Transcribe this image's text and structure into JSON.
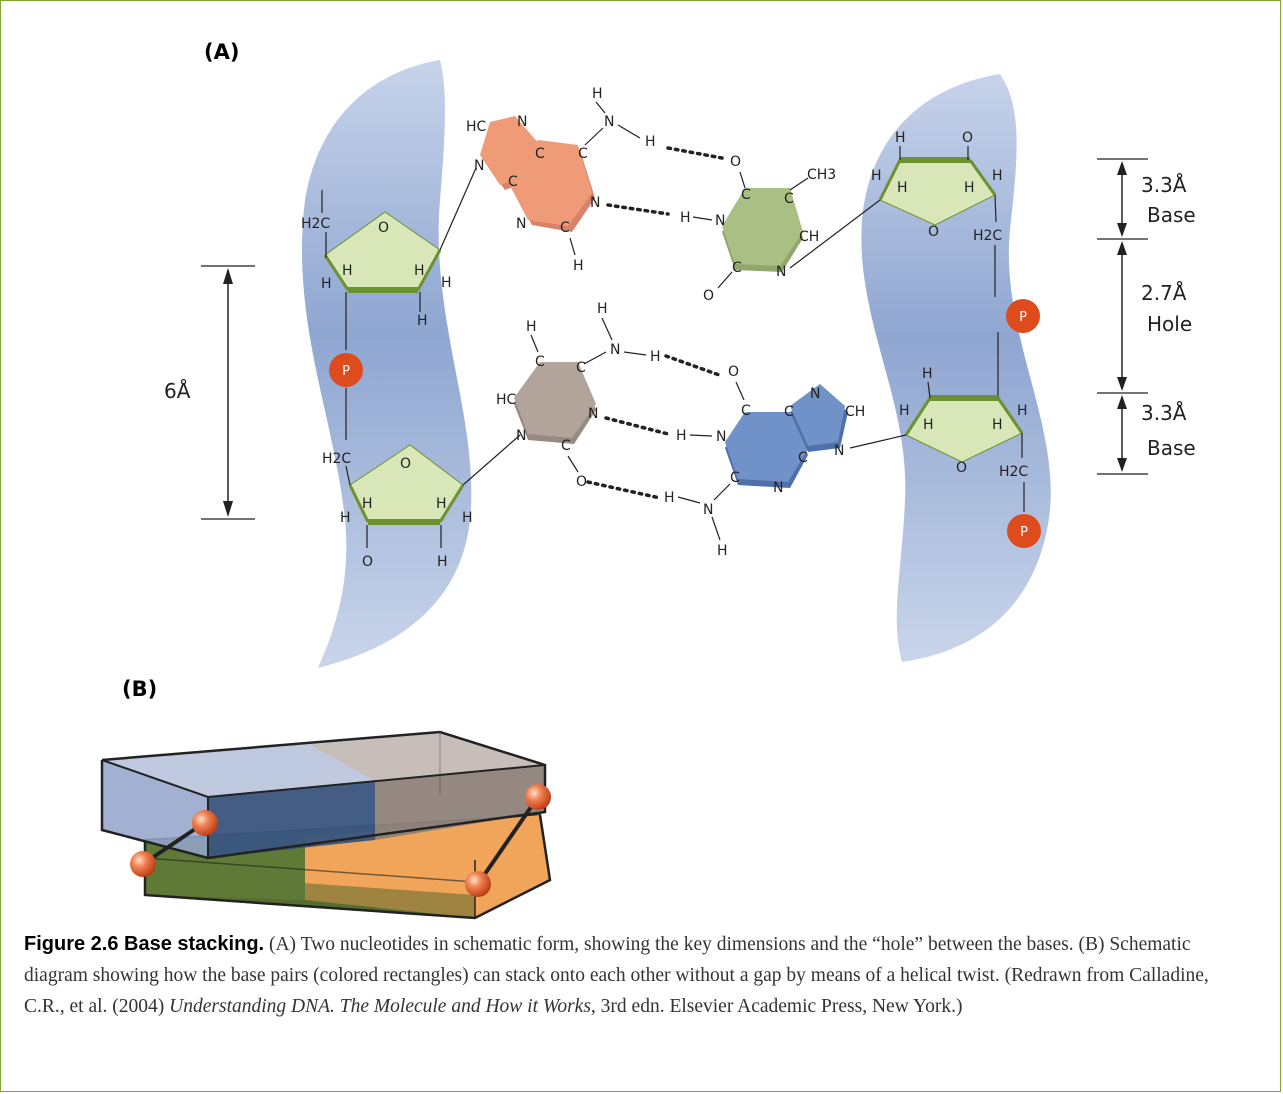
{
  "panels": {
    "a_label": "(A)",
    "b_label": "(B)"
  },
  "dimensions": {
    "left_span": "6Å",
    "right": [
      {
        "value": "3.3Å",
        "label": "Base"
      },
      {
        "value": "2.7Å",
        "label": "Hole"
      },
      {
        "value": "3.3Å",
        "label": "Base"
      }
    ]
  },
  "atoms": {
    "phosphate": "P",
    "oxygen": "O",
    "hydrogen": "H",
    "nitrogen": "N",
    "carbon": "C",
    "hc": "HC",
    "ch": "CH",
    "ch3": "CH3",
    "h2c": "H2C"
  },
  "colors": {
    "border": "#7ea531",
    "backbone": "#9fb3d6",
    "sugar_fill": "#d9e7b8",
    "sugar_edge": "#6b9130",
    "purine_salmon": "#ef9b78",
    "pyrimidine_green": "#a9bf83",
    "pyrimidine_grey": "#b2a49a",
    "purine_blue": "#7092c8",
    "phosphate": "#de4b1c"
  },
  "caption": {
    "title": "Figure 2.6 Base stacking.",
    "text": " (A) Two nucleotides in schematic form, showing the key dimensions and the “hole” between the bases. (B) Schematic diagram showing how the base pairs (colored rectangles) can stack onto each other without a gap by means of a helical twist. (Redrawn from Calladine, C.R., et al. (2004) ",
    "book_title": "Understanding DNA. The Molecule and How it Works",
    "text_end": ", 3rd edn. Elsevier Academic Press, New York.)"
  }
}
